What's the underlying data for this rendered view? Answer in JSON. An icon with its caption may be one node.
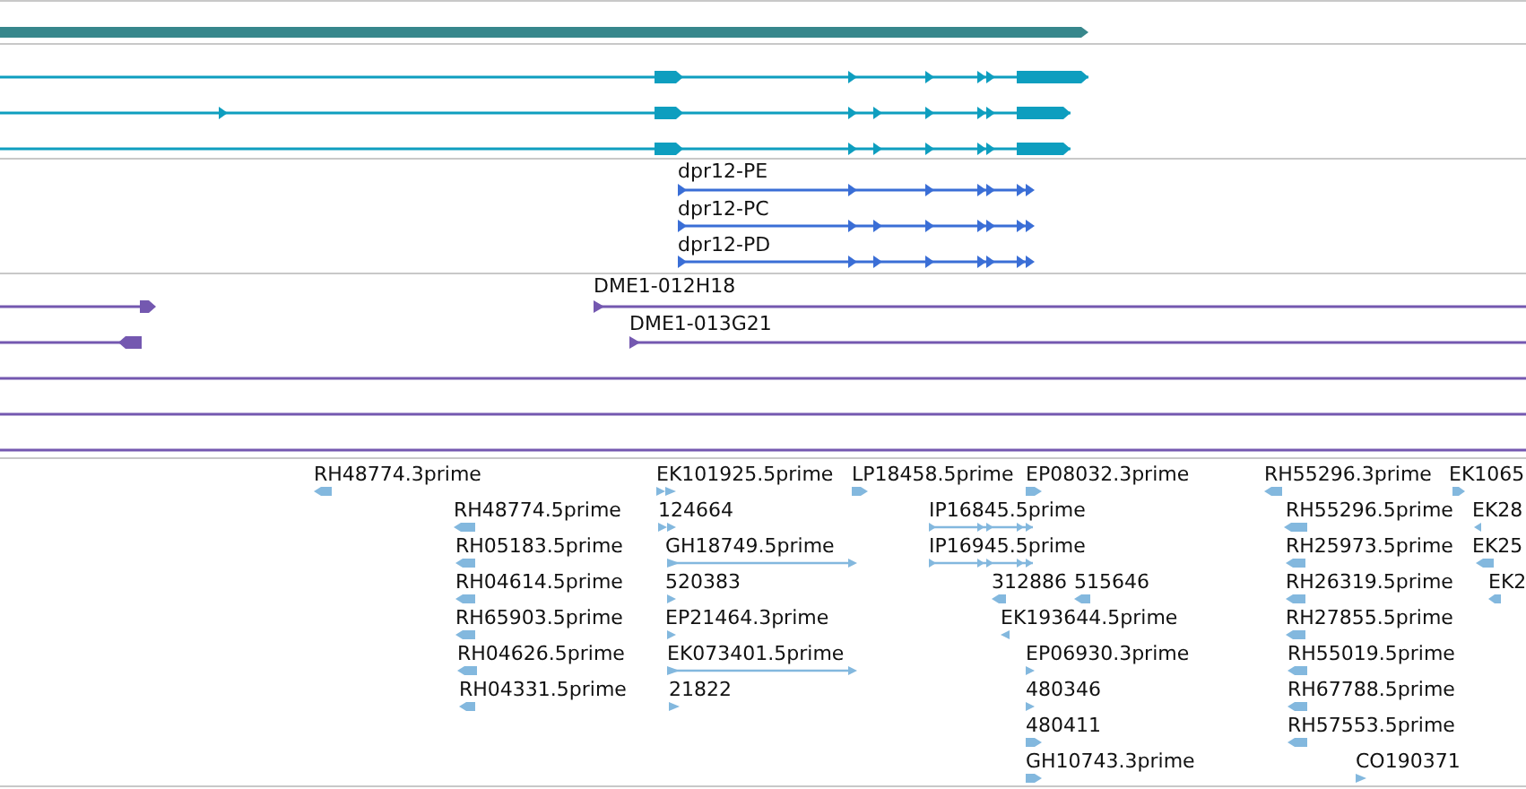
{
  "diagram": {
    "labels": [
      "dpr12-PE",
      "dpr12-PC",
      "dpr12-PD",
      "DME1-012H18",
      "DME1-013G21",
      "RH48774.3prime",
      "EK101925.5prime",
      "LP18458.5prime",
      "EP08032.3prime",
      "RH55296.3prime",
      "EK1065",
      "RH48774.5prime",
      "124664",
      "IP16845.5prime",
      "RH55296.5prime",
      "EK28",
      "RH05183.5prime",
      "GH18749.5prime",
      "IP16945.5prime",
      "RH25973.5prime",
      "EK25",
      "RH04614.5prime",
      "520383",
      "312886",
      "515646",
      "RH26319.5prime",
      "EK2",
      "RH65903.5prime",
      "EP21464.3prime",
      "EK193644.5prime",
      "RH27855.5prime",
      "RH04626.5prime",
      "EK073401.5prime",
      "EP06930.3prime",
      "RH55019.5prime",
      "RH04331.5prime",
      "21822",
      "480346",
      "RH67788.5prime",
      "480411",
      "RH57553.5prime",
      "GH10743.3prime",
      "CO190371"
    ]
  }
}
